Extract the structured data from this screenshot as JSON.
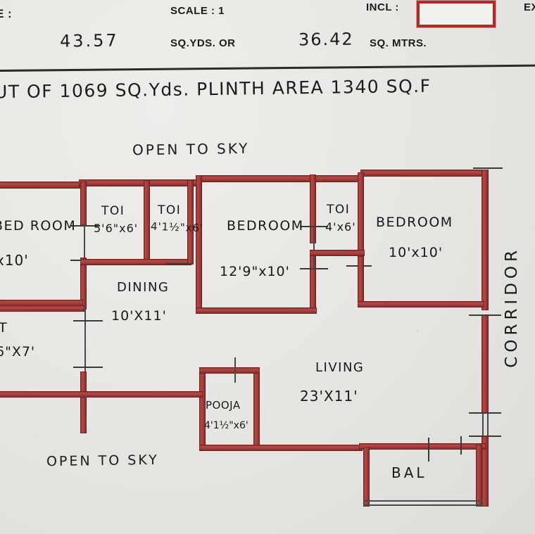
{
  "document": {
    "type": "architectural-floor-plan",
    "medium": "hand-drawn pencil and red ink on paper, photographed"
  },
  "header": {
    "scale_label": "SCALE : 1",
    "left_cut_label": "E :",
    "incl_label": "INCL :",
    "incl_value": "",
    "right_cut_label": "EX",
    "area_yards": "43.57",
    "area_yards_unit": "SQ.YDS. OR",
    "area_meters": "36.42",
    "area_meters_unit": "SQ. MTRS.",
    "plinth_line": "UT OF 1069 SQ.Yds. PLINTH  AREA 1340 SQ.F"
  },
  "annotations": {
    "open_to_sky_top": "OPEN TO SKY",
    "open_to_sky_bottom": "OPEN TO SKY",
    "corridor": "CORRIDOR"
  },
  "rooms": [
    {
      "id": "bedroom-left",
      "label": "BED ROOM",
      "dim_main": "x10'",
      "note": "label and width cut off at left edge"
    },
    {
      "id": "toilet-1",
      "label": "TOI",
      "dim_main": "5'6\"x6'"
    },
    {
      "id": "toilet-2",
      "label": "TOI",
      "dim_main": "4'1½\"x6'"
    },
    {
      "id": "dining",
      "label": "DINING",
      "dim_main": "10'X11'"
    },
    {
      "id": "toilet-left-low",
      "label": "T",
      "dim_main": "6\"X7'",
      "note": "cut off at left edge"
    },
    {
      "id": "bedroom-middle",
      "label": "BEDROOM",
      "dim_main": "12'9\"x10'"
    },
    {
      "id": "toilet-3",
      "label": "TOI",
      "dim_main": "4'x6'"
    },
    {
      "id": "bedroom-right",
      "label": "BEDROOM",
      "dim_main": "10'x10'"
    },
    {
      "id": "living",
      "label": "LIVING",
      "dim_main": "23'X11'"
    },
    {
      "id": "pooja",
      "label": "POOJA",
      "dim_main": "4'1½\"x6'"
    },
    {
      "id": "balcony",
      "label": "BAL",
      "dim_main": ""
    }
  ],
  "colors": {
    "wall_red": "#9a3735",
    "wall_red_light": "#b04a46",
    "ink_black": "#191919",
    "paper": "#e9e7e3",
    "pencil_gray": "#4a4a4a"
  }
}
